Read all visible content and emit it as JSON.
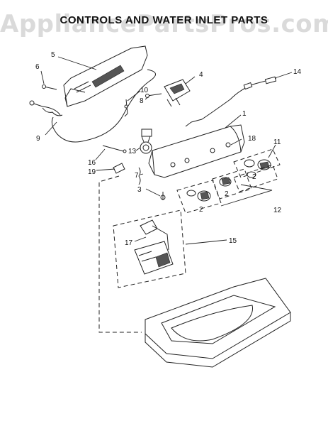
{
  "diagram": {
    "title": "CONTROLS AND WATER INLET PARTS",
    "watermark": "AppliancePartsPros.com",
    "callouts": [
      {
        "id": "c5",
        "label": "5"
      },
      {
        "id": "c6",
        "label": "6"
      },
      {
        "id": "c4",
        "label": "4"
      },
      {
        "id": "c14",
        "label": "14"
      },
      {
        "id": "c10",
        "label": "10"
      },
      {
        "id": "c8",
        "label": "8"
      },
      {
        "id": "c9",
        "label": "9"
      },
      {
        "id": "c1",
        "label": "1"
      },
      {
        "id": "c18",
        "label": "18"
      },
      {
        "id": "c11",
        "label": "11"
      },
      {
        "id": "c13",
        "label": "13"
      },
      {
        "id": "c16",
        "label": "16"
      },
      {
        "id": "c19",
        "label": "19"
      },
      {
        "id": "c7",
        "label": "7"
      },
      {
        "id": "c2a",
        "label": "2"
      },
      {
        "id": "c2b",
        "label": "2"
      },
      {
        "id": "c2c",
        "label": "2"
      },
      {
        "id": "c3",
        "label": "3"
      },
      {
        "id": "c12",
        "label": "12"
      },
      {
        "id": "c17",
        "label": "17"
      },
      {
        "id": "c15",
        "label": "15"
      }
    ]
  }
}
